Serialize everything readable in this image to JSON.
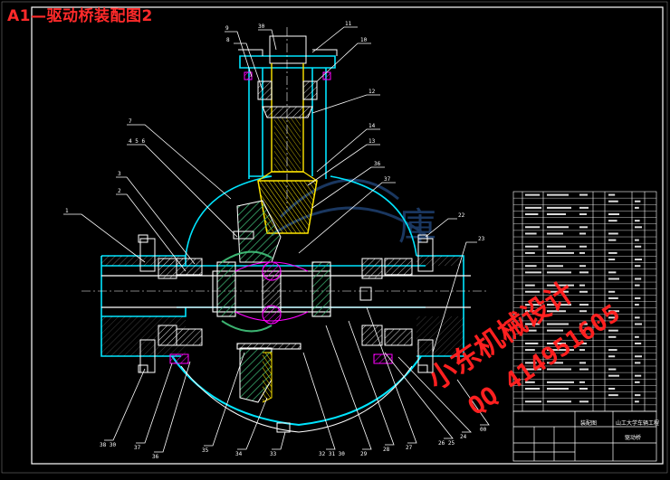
{
  "title": "A1—驱动桥装配图2",
  "watermark": {
    "line1": "小东机械设计",
    "line2": "QQ 414951605"
  },
  "labels_top": [
    "9",
    "8",
    "30",
    "11",
    "10",
    "12",
    "14",
    "13",
    "36",
    "37"
  ],
  "labels_left": [
    "7",
    "4 5 6",
    "3",
    "2",
    "1"
  ],
  "labels_right": [
    "22",
    "23"
  ],
  "labels_bottom": [
    "38 30",
    "37",
    "36",
    "35",
    "34",
    "33",
    "32 31 30",
    "29",
    "28",
    "27",
    "26 25",
    "24",
    "00"
  ],
  "title_block": {
    "drawing_name": "装配图",
    "school": "山工大学车辆工程",
    "subtitle": "驱动桥"
  },
  "colors": {
    "outline": "#ffffff",
    "housing": "#00e5ff",
    "gear": "#ffe600",
    "section_hatch": "#3cb371",
    "magenta": "#ff00ff",
    "title": "#ff2a2a",
    "watermark": "#ff2020"
  }
}
